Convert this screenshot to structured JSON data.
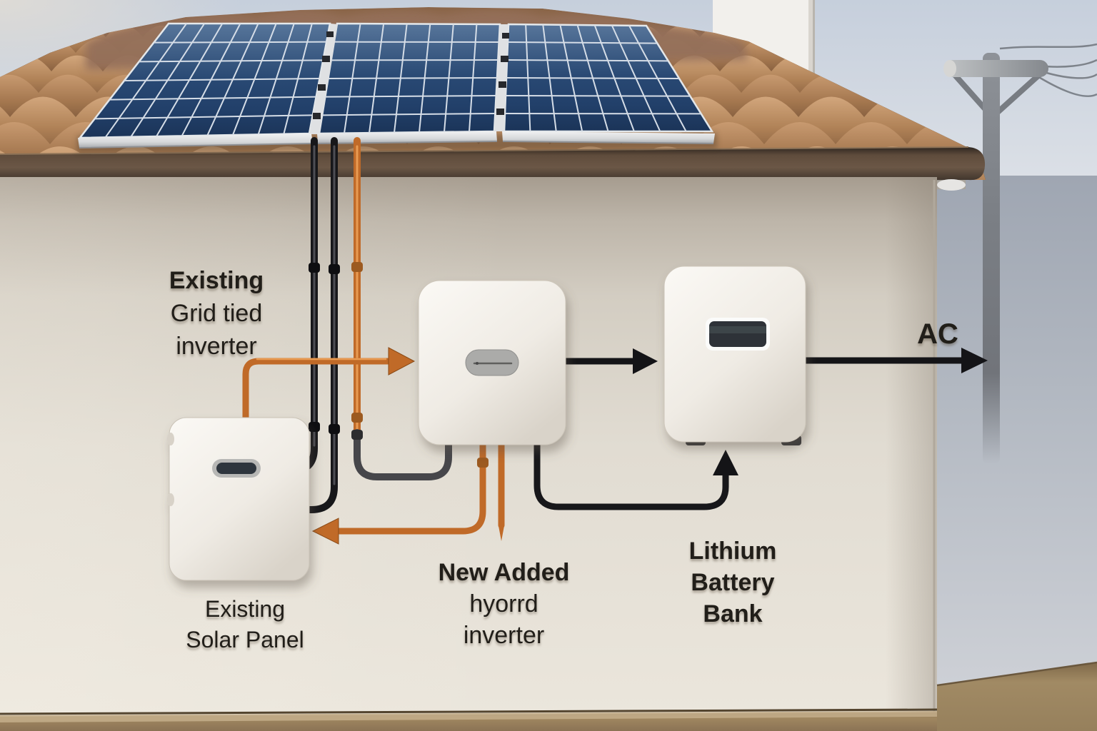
{
  "labels": {
    "grid_tied_inverter": {
      "line1": "Existing",
      "line2": "Grid tied",
      "line3": "inverter"
    },
    "solar_panel": {
      "line1": "Existing",
      "line2": "Solar Panel"
    },
    "hybrid_inverter": {
      "line1": "New Added",
      "line2": "hyorrd",
      "line3": "inverter"
    },
    "battery_bank": {
      "line1": "Lithium",
      "line2": "Battery",
      "line3": "Bank"
    },
    "ac_output": {
      "label": "AC"
    }
  },
  "colors": {
    "wire_orange": "#c06a28",
    "wire_black": "#17171a",
    "wire_gray": "#46464a",
    "panel_blue": "#27456e",
    "roof_terracotta": "#b08257",
    "wall_cream": "#e4dfd5",
    "sky_blue": "#c9d2de",
    "ground_brown": "#8b7355"
  }
}
